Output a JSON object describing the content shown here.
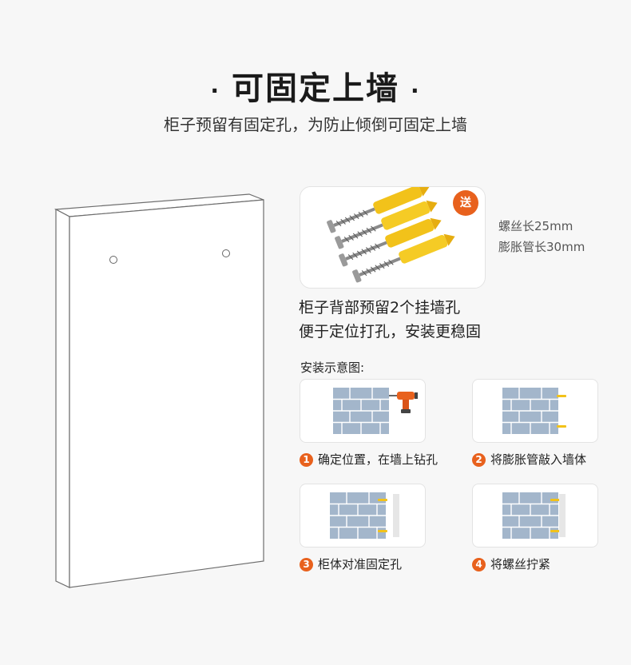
{
  "header": {
    "title": "可固定上墙",
    "bullet": "·",
    "subtitle": "柜子预留有固定孔，为防止倾倒可固定上墙"
  },
  "kit": {
    "badge": "送",
    "spec_screw": "螺丝长25mm",
    "spec_anchor": "膨胀管长30mm"
  },
  "description": {
    "line1": "柜子背部预留2个挂墙孔",
    "line2": "便于定位打孔，安装更稳固"
  },
  "diagram": {
    "title": "安装示意图:",
    "steps": [
      {
        "num": "1",
        "label": "确定位置，在墙上钻孔"
      },
      {
        "num": "2",
        "label": "将膨胀管敲入墙体"
      },
      {
        "num": "3",
        "label": "柜体对准固定孔"
      },
      {
        "num": "4",
        "label": "将螺丝拧紧"
      }
    ]
  },
  "colors": {
    "accent": "#e8611d",
    "brick": "#a3b6cb",
    "anchor": "#f2c21a"
  }
}
